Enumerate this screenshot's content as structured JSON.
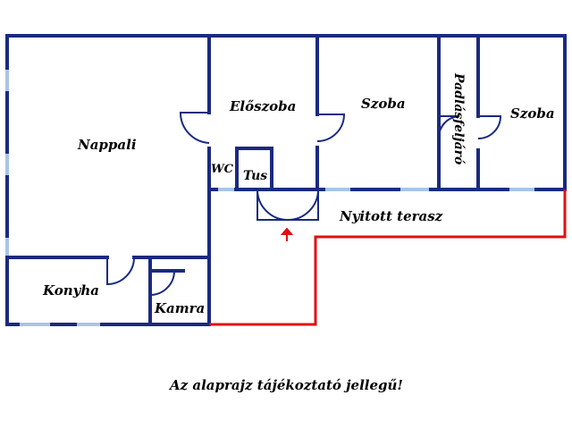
{
  "rooms": {
    "nappali": "Nappali",
    "eloszoba": "Előszoba",
    "szoba1": "Szoba",
    "szoba2": "Szoba",
    "padlasfeljaro": "Padlásfeljáró",
    "wc": "WC",
    "tus": "Tus",
    "terasz": "Nyitott terasz",
    "konyha": "Konyha",
    "kamra": "Kamra"
  },
  "note": "Az alaprajz tájékoztató jellegű!",
  "colors": {
    "wall": "#1a2a80",
    "window": "#a9c4e6",
    "terrace": "#e01010",
    "arrow": "#e01010",
    "text": "#000000"
  }
}
